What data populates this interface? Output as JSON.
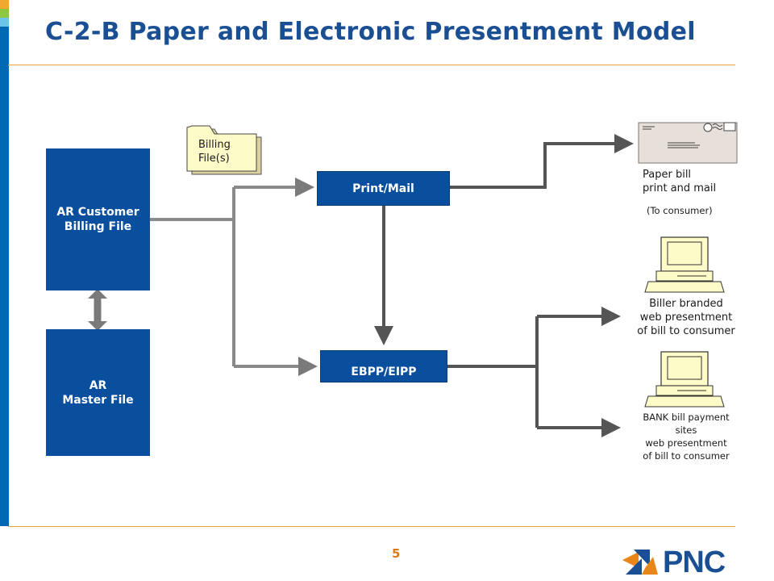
{
  "title": "C-2-B Paper and Electronic Presentment Model",
  "nodes": {
    "ar_customer": "AR Customer\nBilling File",
    "ar_master": "AR\nMaster File",
    "billing_files": "Billing\nFile(s)",
    "print_mail": "Print/Mail",
    "ebpp": "EBPP/EIPP"
  },
  "outputs": {
    "paper_bill": "Paper bill\nprint and mail",
    "to_consumer": "(To consumer)",
    "biller_branded": "Biller branded\nweb presentment\nof bill to consumer",
    "bank_sites": "BANK bill payment\nsites\nweb presentment\nof bill to consumer"
  },
  "page_number": "5",
  "brand": {
    "name": "PNC",
    "blue": "#1b4f93",
    "orange": "#e8861a"
  },
  "colors": {
    "box_blue": "#0a4f9e",
    "accent_orange": "#e8a23c",
    "arrow_gray": "#808080"
  }
}
